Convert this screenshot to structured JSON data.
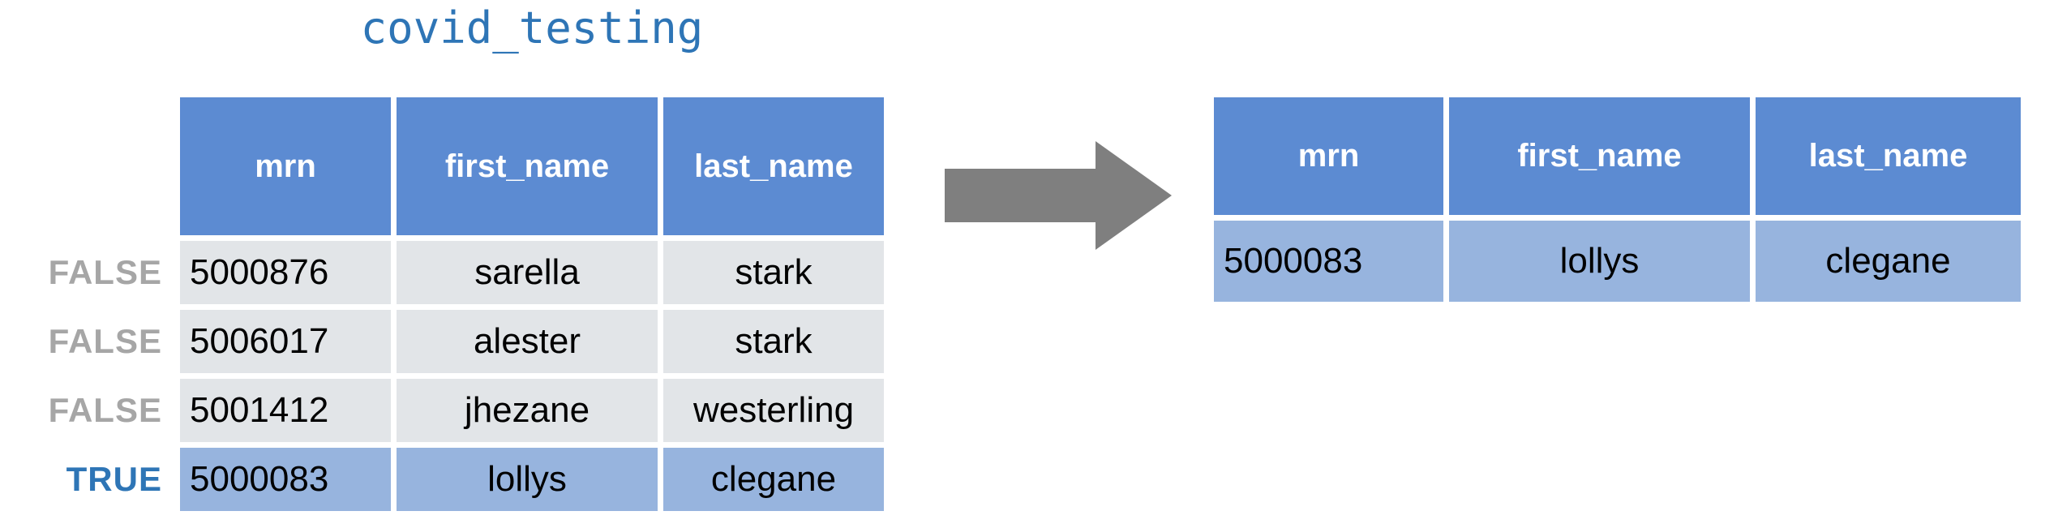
{
  "title": "covid_testing",
  "left_table": {
    "columns": [
      "mrn",
      "first_name",
      "last_name"
    ],
    "row_flags": [
      "FALSE",
      "FALSE",
      "FALSE",
      "TRUE"
    ],
    "rows": [
      {
        "mrn": "5000876",
        "first_name": "sarella",
        "last_name": "stark",
        "included": false
      },
      {
        "mrn": "5006017",
        "first_name": "alester",
        "last_name": "stark",
        "included": false
      },
      {
        "mrn": "5001412",
        "first_name": "jhezane",
        "last_name": "westerling",
        "included": false
      },
      {
        "mrn": "5000083",
        "first_name": "lollys",
        "last_name": "clegane",
        "included": true
      }
    ]
  },
  "right_table": {
    "columns": [
      "mrn",
      "first_name",
      "last_name"
    ],
    "rows": [
      {
        "mrn": "5000083",
        "first_name": "lollys",
        "last_name": "clegane"
      }
    ]
  },
  "icons": {
    "arrow": "right-arrow"
  },
  "colors": {
    "header_blue": "#5C8BD2",
    "highlight_row_blue": "#97B4DE",
    "row_gray": "#E2E5E8",
    "flag_false_gray": "#A6A6A6",
    "flag_true_blue": "#2E75B6",
    "title_blue": "#2E75B6",
    "arrow_gray": "#7F7F7F",
    "header_text": "#FFFFFF",
    "cell_text": "#000000"
  }
}
